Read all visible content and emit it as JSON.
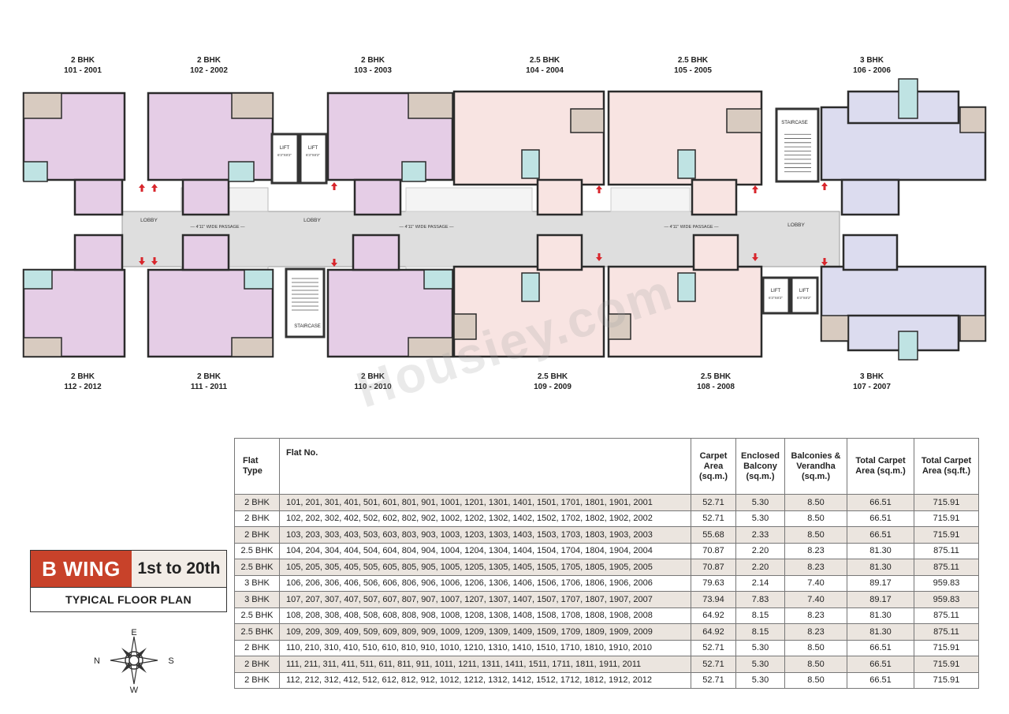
{
  "plan": {
    "top_units": [
      {
        "type": "2 BHK",
        "range": "101 - 2001"
      },
      {
        "type": "2 BHK",
        "range": "102 - 2002"
      },
      {
        "type": "2 BHK",
        "range": "103 - 2003"
      },
      {
        "type": "2.5 BHK",
        "range": "104 - 2004"
      },
      {
        "type": "2.5 BHK",
        "range": "105 - 2005"
      },
      {
        "type": "3 BHK",
        "range": "106 - 2006"
      }
    ],
    "bottom_units": [
      {
        "type": "2 BHK",
        "range": "112 - 2012"
      },
      {
        "type": "2 BHK",
        "range": "111 - 2011"
      },
      {
        "type": "2 BHK",
        "range": "110 - 2010"
      },
      {
        "type": "2.5 BHK",
        "range": "109 - 2009"
      },
      {
        "type": "2.5 BHK",
        "range": "108 - 2008"
      },
      {
        "type": "3 BHK",
        "range": "107 - 2007"
      }
    ],
    "labels": {
      "lobby": "LOBBY",
      "passage": "— 4'11\" WIDE PASSAGE —",
      "lift": "LIFT",
      "lift_size": "6'3\"X8'2\"",
      "staircase": "STAIRCASE"
    },
    "colors": {
      "two_bhk": "#e5cde6",
      "two_half_bhk": "#f8e4e2",
      "three_bhk": "#dcdcef",
      "corridor": "#dedede",
      "balcony": "#d8cbc0",
      "toilet": "#bfe3e3",
      "arrow": "#d8262c"
    }
  },
  "badge": {
    "wing": "B WING",
    "floors": "1st to 20th",
    "subtitle": "TYPICAL FLOOR PLAN",
    "wing_color": "#c8422a"
  },
  "compass": {
    "n": "N",
    "s": "S",
    "e": "E",
    "w": "W"
  },
  "watermark": "Housiey.com",
  "table": {
    "headers": [
      "Flat Type",
      "Flat No.",
      "Carpet Area (sq.m.)",
      "Enclosed Balcony (sq.m.)",
      "Balconies & Verandha (sq.m.)",
      "Total Carpet Area (sq.m.)",
      "Total Carpet Area (sq.ft.)"
    ],
    "rows": [
      [
        "2 BHK",
        "101, 201, 301, 401, 501, 601, 801, 901, 1001, 1201, 1301, 1401, 1501, 1701, 1801, 1901, 2001",
        "52.71",
        "5.30",
        "8.50",
        "66.51",
        "715.91"
      ],
      [
        "2 BHK",
        "102, 202, 302, 402, 502, 602, 802, 902, 1002, 1202, 1302, 1402, 1502, 1702, 1802, 1902, 2002",
        "52.71",
        "5.30",
        "8.50",
        "66.51",
        "715.91"
      ],
      [
        "2 BHK",
        "103, 203, 303, 403, 503, 603, 803, 903, 1003, 1203, 1303, 1403, 1503, 1703, 1803, 1903, 2003",
        "55.68",
        "2.33",
        "8.50",
        "66.51",
        "715.91"
      ],
      [
        "2.5 BHK",
        "104, 204, 304, 404, 504, 604, 804, 904, 1004, 1204, 1304, 1404, 1504, 1704, 1804, 1904, 2004",
        "70.87",
        "2.20",
        "8.23",
        "81.30",
        "875.11"
      ],
      [
        "2.5 BHK",
        "105, 205, 305, 405, 505, 605, 805, 905, 1005, 1205, 1305, 1405, 1505, 1705, 1805, 1905, 2005",
        "70.87",
        "2.20",
        "8.23",
        "81.30",
        "875.11"
      ],
      [
        "3 BHK",
        "106, 206, 306, 406, 506, 606, 806, 906, 1006, 1206, 1306, 1406, 1506, 1706, 1806, 1906, 2006",
        "79.63",
        "2.14",
        "7.40",
        "89.17",
        "959.83"
      ],
      [
        "3 BHK",
        "107, 207, 307, 407, 507, 607, 807, 907, 1007, 1207, 1307, 1407, 1507, 1707, 1807, 1907, 2007",
        "73.94",
        "7.83",
        "7.40",
        "89.17",
        "959.83"
      ],
      [
        "2.5 BHK",
        "108, 208, 308, 408, 508, 608, 808, 908, 1008, 1208, 1308, 1408, 1508, 1708, 1808, 1908, 2008",
        "64.92",
        "8.15",
        "8.23",
        "81.30",
        "875.11"
      ],
      [
        "2.5 BHK",
        "109, 209, 309, 409, 509, 609, 809, 909, 1009, 1209, 1309, 1409, 1509, 1709, 1809, 1909, 2009",
        "64.92",
        "8.15",
        "8.23",
        "81.30",
        "875.11"
      ],
      [
        "2 BHK",
        "110, 210, 310, 410, 510, 610, 810, 910, 1010, 1210, 1310, 1410, 1510, 1710, 1810, 1910, 2010",
        "52.71",
        "5.30",
        "8.50",
        "66.51",
        "715.91"
      ],
      [
        "2 BHK",
        "111, 211, 311, 411, 511, 611, 811, 911, 1011, 1211, 1311, 1411, 1511, 1711, 1811, 1911, 2011",
        "52.71",
        "5.30",
        "8.50",
        "66.51",
        "715.91"
      ],
      [
        "2 BHK",
        "112, 212, 312, 412, 512, 612, 812, 912, 1012, 1212, 1312, 1412, 1512, 1712, 1812, 1912, 2012",
        "52.71",
        "5.30",
        "8.50",
        "66.51",
        "715.91"
      ]
    ]
  }
}
